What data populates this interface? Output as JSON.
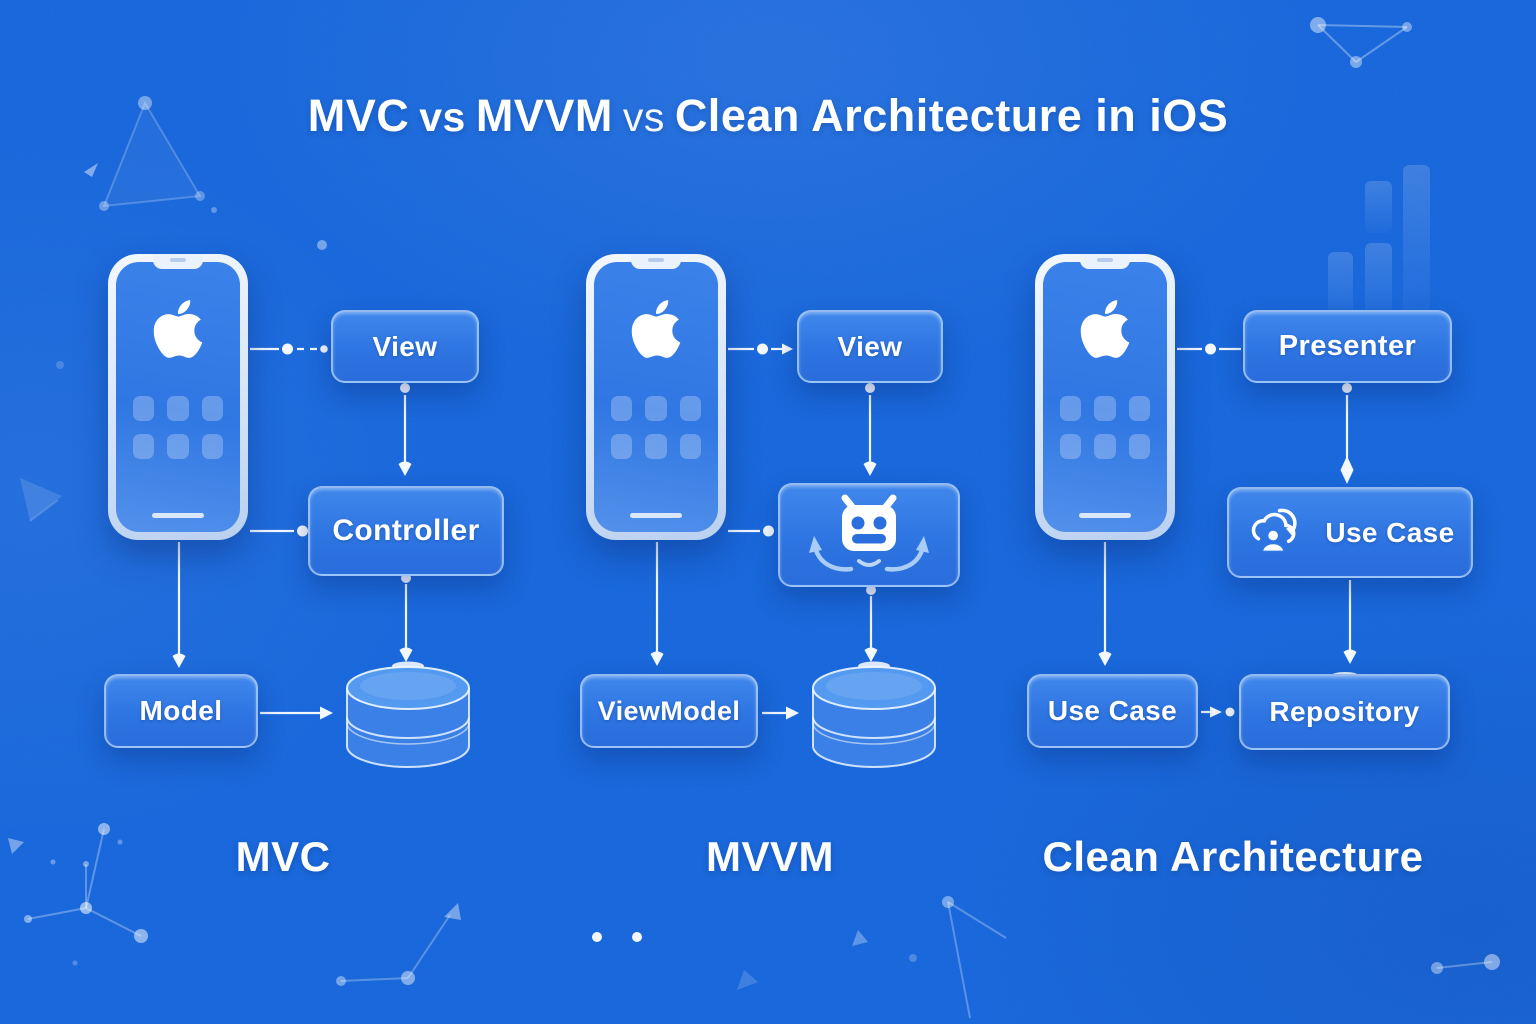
{
  "title": {
    "mvc": "MVC",
    "vs1": "vs",
    "mvvm": "MVVM",
    "vs2": "vs",
    "clean": "Clean Architecture in iOS"
  },
  "columns": {
    "mvc": {
      "label": "MVC",
      "view": "View",
      "controller": "Controller",
      "model": "Model"
    },
    "mvvm": {
      "label": "MVVM",
      "view": "View",
      "viewmodel": "ViewModel"
    },
    "clean": {
      "label": "Clean Architecture",
      "presenter": "Presenter",
      "use_case_top": "Use Case",
      "use_case_bottom": "Use Case",
      "repository": "Repository"
    }
  },
  "icons": {
    "phone": "iphone-with-apple-logo",
    "apple": "apple-logo-icon",
    "robot": "robot-viewmodel-icon",
    "cloud": "cloud-sync-user-icon",
    "database": "database-cylinder-icon"
  },
  "colors": {
    "background": "#1565da",
    "node_fill": "#2f77e3",
    "node_border": "#d5e8ff",
    "connector": "#f2f7ff",
    "text": "#ffffff",
    "accent_light": "#9cc6f6"
  }
}
